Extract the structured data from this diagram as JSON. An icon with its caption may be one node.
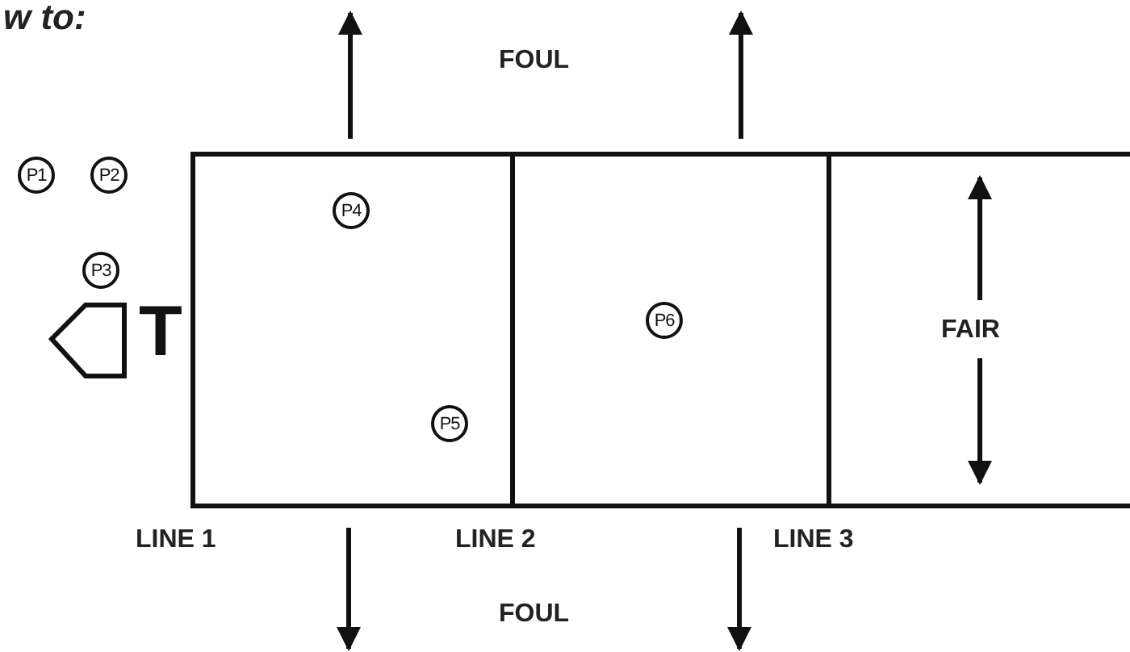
{
  "diagram": {
    "nodes": [
      {
        "text": [
          "P1"
        ]
      },
      {
        "text": [
          "P2"
        ]
      },
      {
        "text": [
          "P3"
        ]
      },
      {
        "text": [],
        "shape": "box"
      },
      {
        "text": [
          "P4"
        ],
        "in": 3
      },
      {
        "text": [
          "P5"
        ],
        "in": 3
      },
      {
        "text": [],
        "shape": "box"
      },
      {
        "text": [
          "P6"
        ],
        "in": 6
      },
      {
        "text": [],
        "shape": "box"
      }
    ],
    "edges": [],
    "labels": [
      "w to:",
      "FOUL",
      "T",
      "FAIR",
      "LINE 1",
      "LINE 2",
      "LINE 3",
      "FOUL"
    ]
  }
}
